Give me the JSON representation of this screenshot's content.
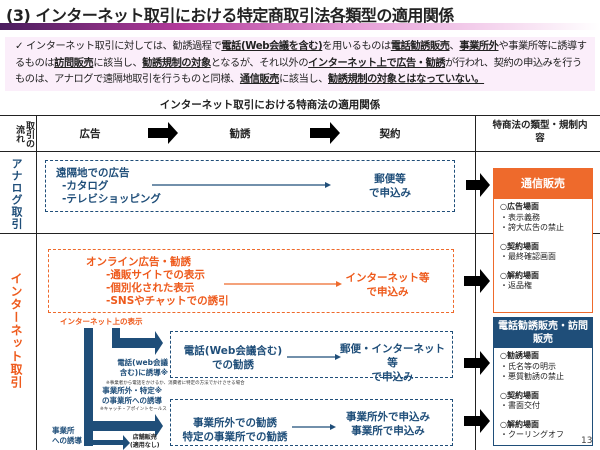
{
  "title": "(3) インターネット取引における特定商取引法各類型の適用関係",
  "description": {
    "check": "✓",
    "parts": [
      {
        "t": "インターネット取引に対しては、勧誘過程で",
        "b": false
      },
      {
        "t": "電話(Web会議を含む)",
        "b": true
      },
      {
        "t": "を用いるものは",
        "b": false
      },
      {
        "t": "電話勧誘販売",
        "b": true
      },
      {
        "t": "、",
        "b": false
      },
      {
        "t": "事業所外",
        "b": true
      },
      {
        "t": "や事業所等に誘導するものは",
        "b": false
      },
      {
        "t": "訪問販売",
        "b": true
      },
      {
        "t": "に該当し、",
        "b": false
      },
      {
        "t": "勧誘規制の対象",
        "b": true
      },
      {
        "t": "となるが、それ以外の",
        "b": false
      },
      {
        "t": "インターネット上で広告・勧誘",
        "b": true
      },
      {
        "t": "が行われ、契約の申込みを行うものは、アナログで遠隔地取引を行うものと同様、",
        "b": false
      },
      {
        "t": "通信販売",
        "b": true
      },
      {
        "t": "に該当し、",
        "b": false
      },
      {
        "t": "勧誘規制の対象とはなっていない。",
        "b": true
      }
    ]
  },
  "subtitle": "インターネット取引における特商法の適用関係",
  "header": {
    "flow": "取引の流れ",
    "ad": "広告",
    "solicit": "勧誘",
    "contract": "契約",
    "type": "特商法の類型・規制内容"
  },
  "analog": {
    "label": "アナログ取引",
    "ad_lines": [
      "遠隔地での広告",
      "-カタログ",
      "-テレビショッピング"
    ],
    "apply": [
      "郵便等",
      "で申込み"
    ]
  },
  "internet": {
    "label": "インターネット取引",
    "online_lines": [
      "オンライン広告・勧誘",
      "-通販サイトでの表示",
      "-個別化された表示",
      "-SNSやチャットでの誘引"
    ],
    "online_apply": [
      "インターネット等",
      "で申込み"
    ],
    "display_label": "インターネット上の表示",
    "phone_guide": [
      "電話(web会議",
      "含む)に誘導※"
    ],
    "phone_note": "※事業者から電話をかけるか、消費者に特定の方法でかけさせる場合",
    "phone_solicit": [
      "電話(Web会議含む)",
      "での勧誘"
    ],
    "phone_apply": [
      "郵便・インターネット等",
      "で申込み"
    ],
    "office_guide": [
      "事業所外・特定※",
      "の事業所への誘導"
    ],
    "office_note": "※キャッチ・アポイントセールス",
    "office_solicit": [
      "事業所外での勧誘",
      "特定の事業所での勧誘"
    ],
    "office_apply": [
      "事業所外で申込み",
      "事業所で申込み"
    ],
    "store_guide": [
      "事業所",
      "への誘導"
    ],
    "store": [
      "店舗販売",
      "(適用なし)"
    ]
  },
  "mail_order": {
    "title": "通信販売",
    "sections": [
      {
        "h": "○広告場面",
        "items": [
          "・表示義務",
          "・誇大広告の禁止"
        ]
      },
      {
        "h": "○契約場面",
        "items": [
          "・最終確認画面"
        ]
      },
      {
        "h": "○解約場面",
        "items": [
          "・返品権"
        ]
      }
    ]
  },
  "phone_visit": {
    "title": "電話勧誘販売・訪問販売",
    "sections": [
      {
        "h": "○勧誘場面",
        "items": [
          "・氏名等の明示",
          "・悪質勧誘の禁止"
        ]
      },
      {
        "h": "○契約場面",
        "items": [
          "・書面交付"
        ]
      },
      {
        "h": "○解約場面",
        "items": [
          "・クーリングオフ"
        ]
      }
    ]
  },
  "page_number": "13",
  "colors": {
    "orange": "#ee6a2c",
    "navy": "#1f4e79"
  }
}
